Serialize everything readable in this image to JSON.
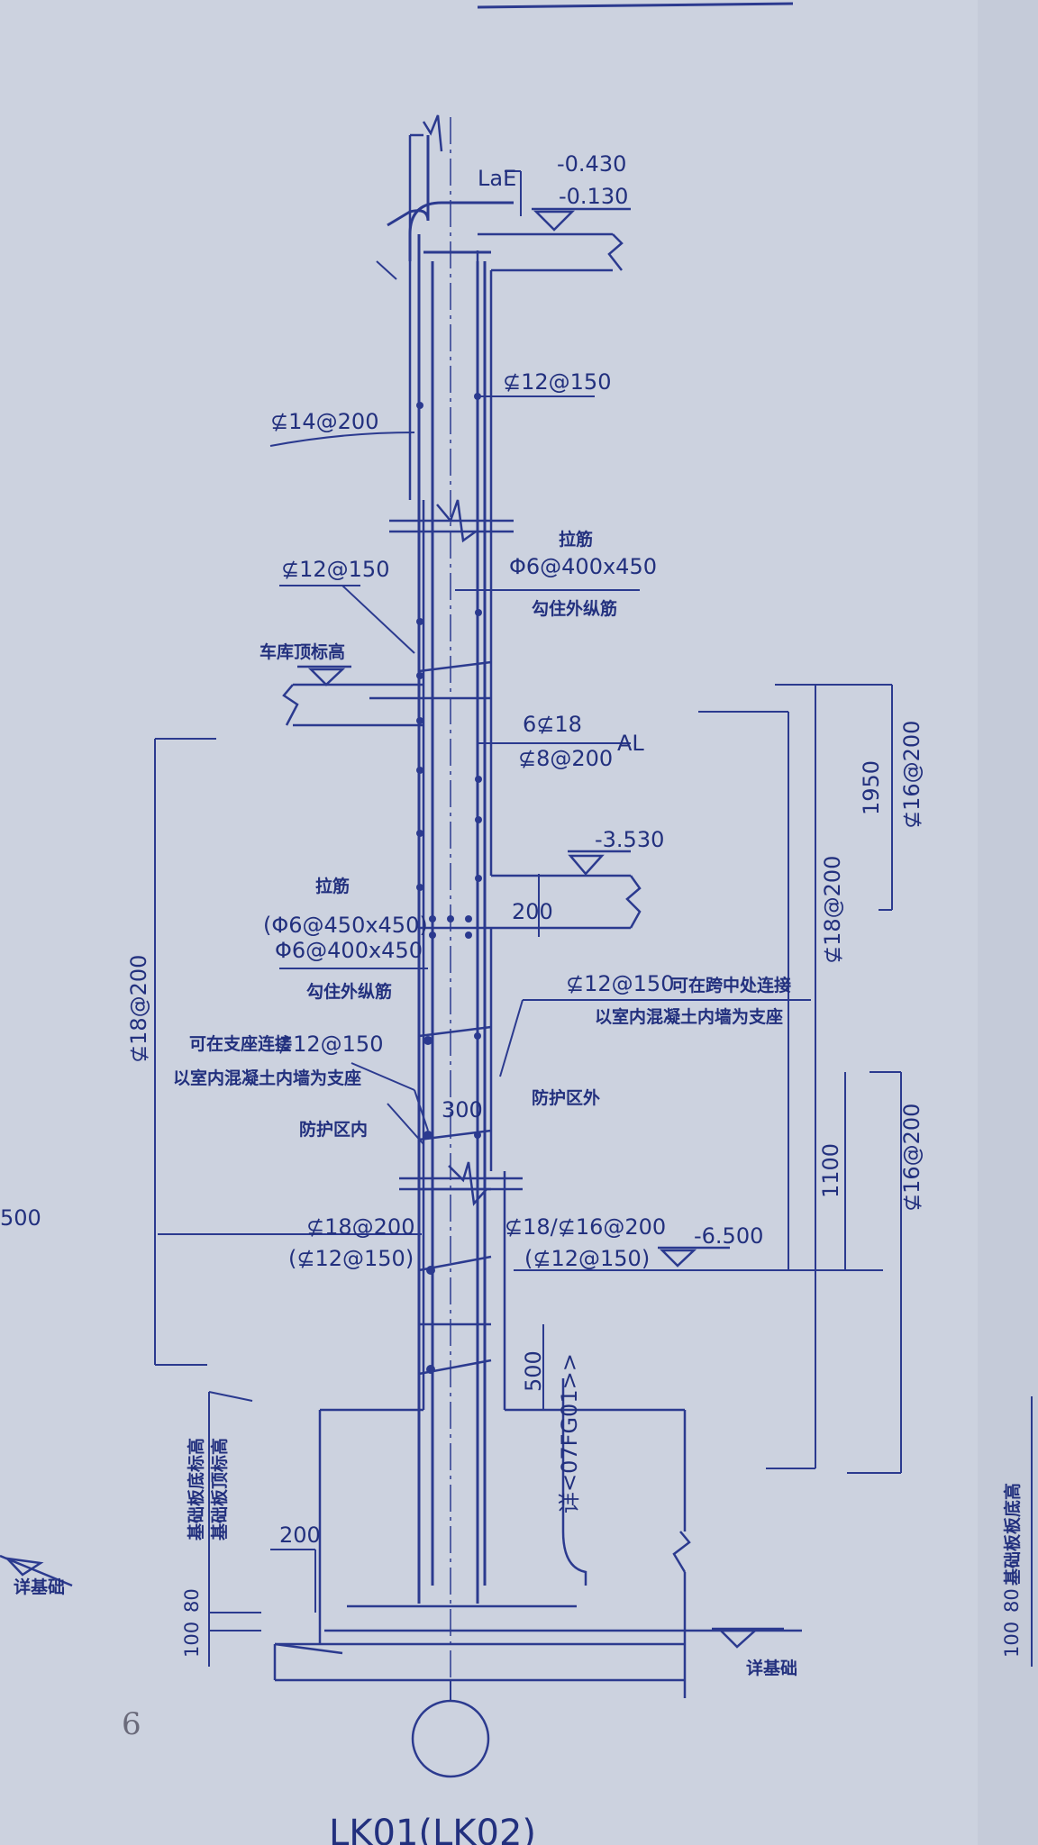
{
  "levels": {
    "top_a": "-0.430",
    "top_b": "-0.130",
    "slab_a": "-3.530",
    "base": "-6.500",
    "garage_roof": "车库顶标高",
    "foundation": "详基础",
    "foundation_left": "详基础"
  },
  "rebar": {
    "lae": "LaE",
    "v_outer_top": "⊈12@150",
    "h_top": "⊈14@200",
    "v_inner_mid": "⊈12@150",
    "tie_title_1": "拉筋",
    "tie_1": "Φ6@400x450",
    "tie_hook_1": "勾住外纵筋",
    "beam_main": "6⊈18",
    "beam_stirrup": "⊈8@200",
    "beam_tag": "AL",
    "tie_title_2": "拉筋",
    "tie_2a": "(Φ6@450x450)",
    "tie_2b": "Φ6@400x450",
    "tie_hook_2": "勾住外纵筋",
    "right_splice_bar": "⊈12@150",
    "right_splice_note_1": "可在跨中处连接",
    "right_splice_note_2": "以室内混凝土内墙为支座",
    "left_splice_note_1": "可在支座连接",
    "left_splice_bar": "⊈12@150",
    "left_splice_note_2": "以室内混凝土内墙为支座",
    "zone_out": "防护区外",
    "zone_in": "防护区内",
    "left_lower_1": "⊈18@200",
    "left_lower_2": "(⊈12@150)",
    "right_lower_1": "⊈18/⊈16@200",
    "right_lower_2": "(⊈12@150)",
    "far_left_vertical": "⊈18@200",
    "right_vertical_1": "⊈18@200",
    "right_vertical_2": "⊈16@200",
    "right_vertical_3": "⊈16@200",
    "foundation_ref": "详<07FG01>>",
    "base_height_1": "基础板底标高",
    "base_height_2": "基础板顶标高",
    "base_height_right": "基础板板底高"
  },
  "dims": {
    "d200_upper": "200",
    "d300": "300",
    "d500": "500",
    "d200_lower": "200",
    "d100": "100",
    "d80": "80",
    "d1950": "1950",
    "d1100": "1100",
    "edge_500": "500",
    "right_100": "100",
    "right_80": "80"
  },
  "title": "LK01(LK02)",
  "pencil_note": "6"
}
